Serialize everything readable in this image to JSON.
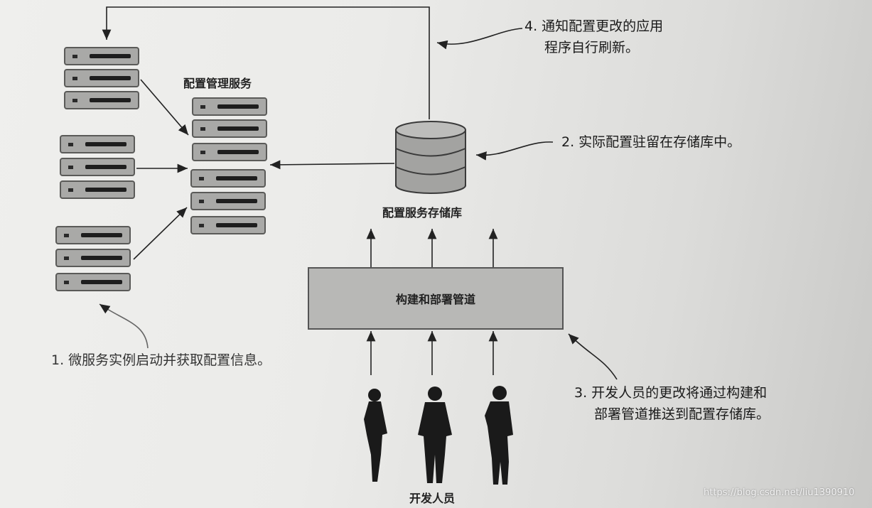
{
  "labels": {
    "config_service": "配置管理服务",
    "config_repo": "配置服务存储库",
    "pipeline": "构建和部署管道",
    "developers": "开发人员"
  },
  "callouts": {
    "step1": "1. 微服务实例启动并获取配置信息。",
    "step2": "2. 实际配置驻留在存储库中。",
    "step3_line1": "3. 开发人员的更改将通过构建和",
    "step3_line2": "部署管道推送到配置存储库。",
    "step4_line1": "4. 通知配置更改的应用",
    "step4_line2": "程序自行刷新。"
  },
  "watermark": "https://blog.csdn.net/liu1390910",
  "colors": {
    "server_fill": "#a9a9a7",
    "server_border": "#5a5a58",
    "pipeline_fill": "#b8b8b6",
    "silhouette": "#1a1a1a"
  },
  "icons": [
    "server-icon",
    "database-icon",
    "person-icon"
  ]
}
